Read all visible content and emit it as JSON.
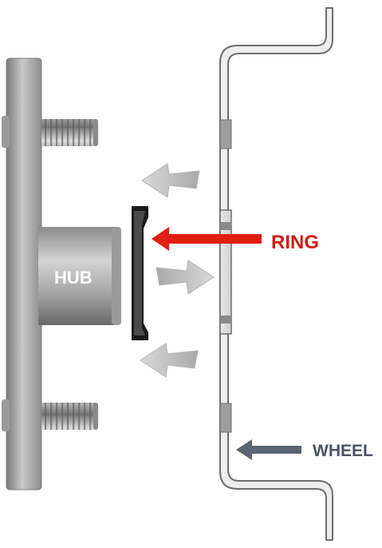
{
  "diagram": {
    "labels": {
      "hub": "HUB",
      "ring": "RING",
      "wheel": "WHEEL"
    },
    "colors": {
      "background": "#ffffff",
      "metal_dark": "#6e6e6e",
      "metal_mid": "#a9a9a9",
      "metal_light": "#d8d8d8",
      "ring_arrow": "#e01e12",
      "ring_label": "#d11a14",
      "wheel_label": "#4a5563",
      "wheel_arrow": "#5b6470",
      "ghost_arrow": "#c9c9c9",
      "hub_label": "#ffffff",
      "ring_part": "#111111"
    },
    "icons": {
      "ring_pointer": "arrow-left-icon",
      "wheel_pointer": "arrow-left-icon",
      "motion_upper": "arrow-left-icon",
      "motion_middle": "arrow-right-icon",
      "motion_lower": "arrow-left-icon"
    }
  }
}
